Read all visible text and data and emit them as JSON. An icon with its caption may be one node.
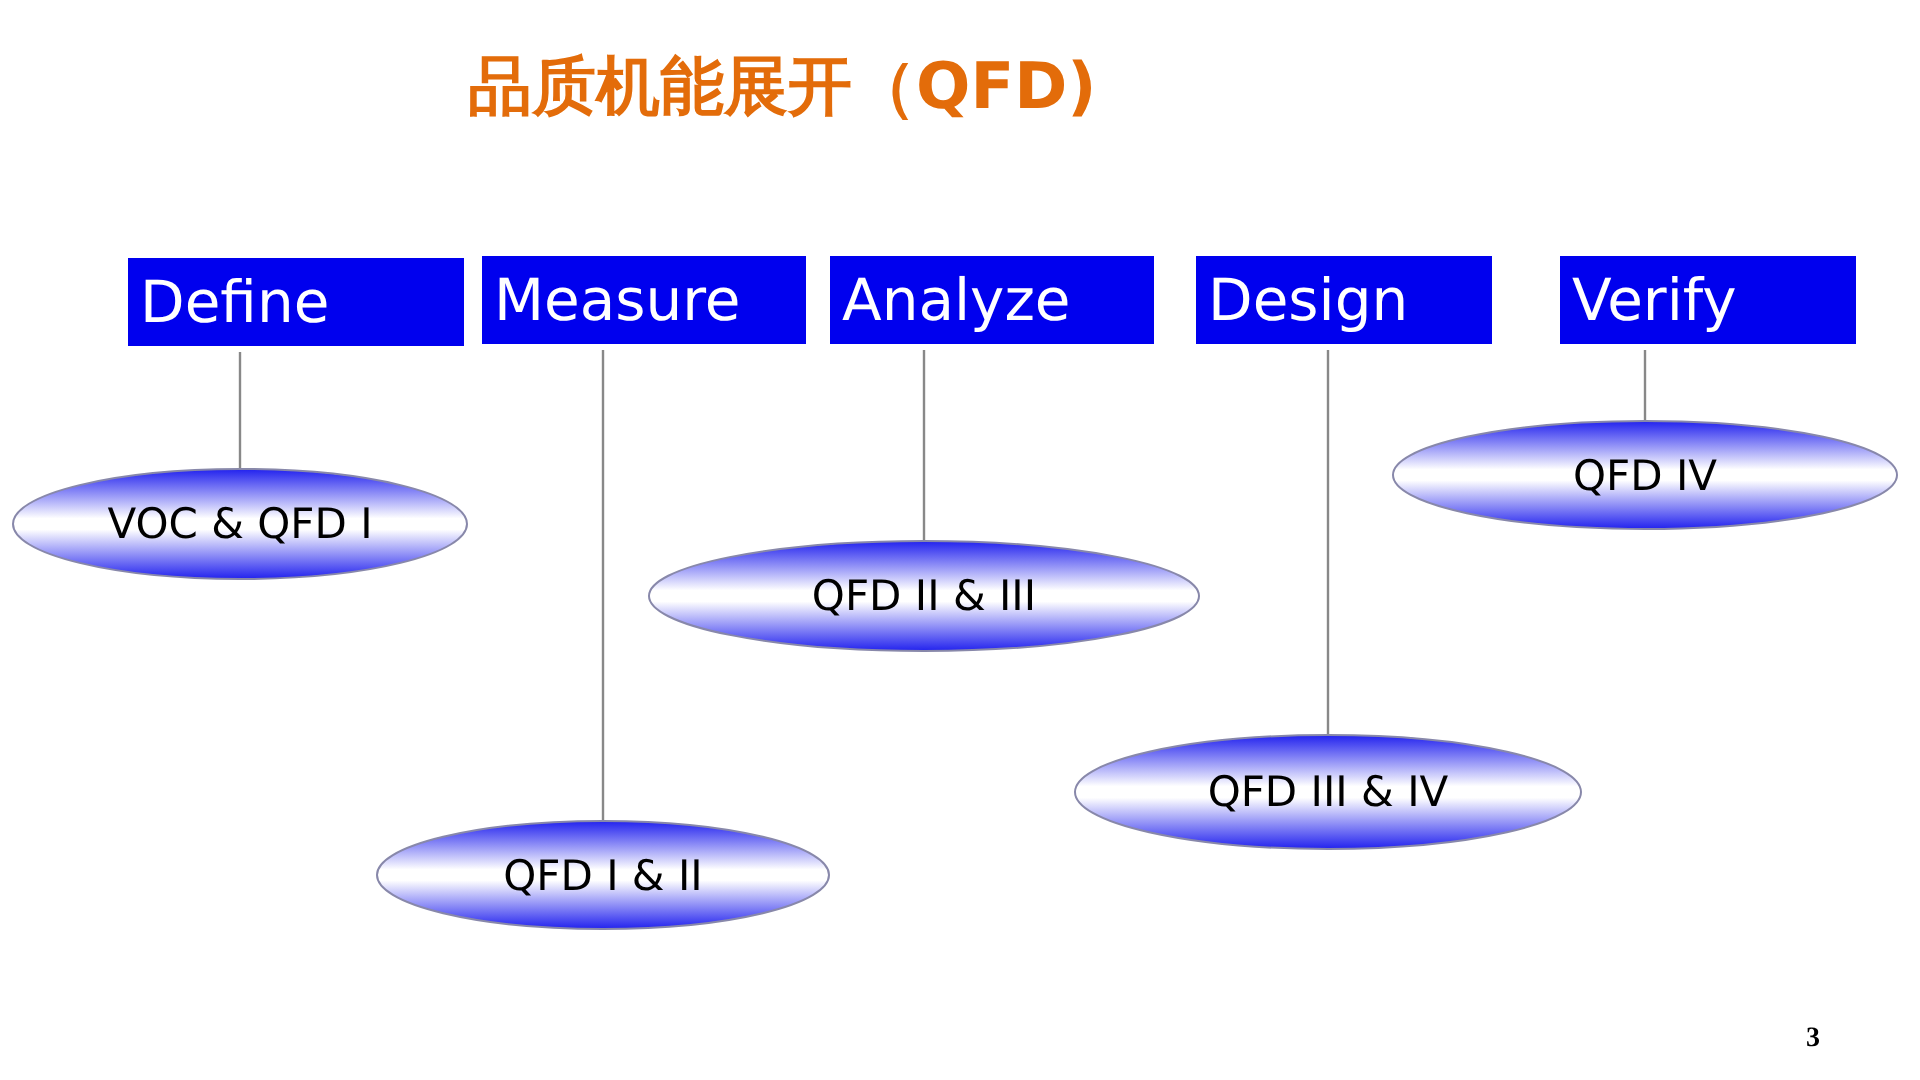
{
  "diagram": {
    "title": "品质机能展开（QFD)",
    "nodes": [
      {
        "text": [
          "Define"
        ]
      },
      {
        "text": [
          "Measure"
        ]
      },
      {
        "text": [
          "Analyze"
        ]
      },
      {
        "text": [
          "Design"
        ]
      },
      {
        "text": [
          "Verify"
        ]
      },
      {
        "text": [
          "VOC & QFD I"
        ]
      },
      {
        "text": [
          "QFD I & II"
        ]
      },
      {
        "text": [
          "QFD II & III"
        ]
      },
      {
        "text": [
          "QFD III & IV"
        ]
      },
      {
        "text": [
          "QFD IV"
        ]
      }
    ],
    "edges": [
      {
        "from": 0,
        "to": 5,
        "arrow": "none"
      },
      {
        "from": 1,
        "to": 6,
        "arrow": "none"
      },
      {
        "from": 2,
        "to": 7,
        "arrow": "none"
      },
      {
        "from": 3,
        "to": 8,
        "arrow": "none"
      },
      {
        "from": 4,
        "to": 9,
        "arrow": "none"
      }
    ],
    "labels": [
      "3"
    ]
  }
}
